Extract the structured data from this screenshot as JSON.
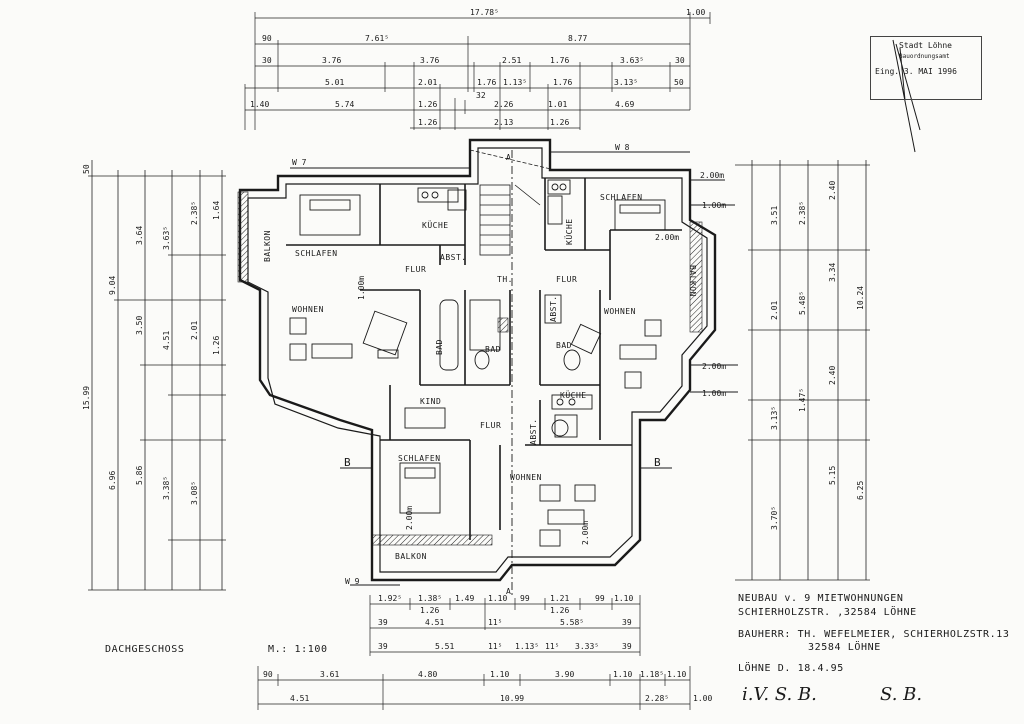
{
  "drawing": {
    "floor_label": "DACHGESCHOSS",
    "scale": "M.: 1:100",
    "project_line1": "NEUBAU v. 9 MIETWOHNUNGEN",
    "project_line2": "SCHIERHOLZSTR. ,32584 LÖHNE",
    "owner_line1": "BAUHERR: TH. WEFELMEIER, SCHIERHOLZSTR.13",
    "owner_line2": "32584 LÖHNE",
    "date_line": "LÖHNE D. 18.4.95",
    "signature1": "i.V. S. B.",
    "signature2": "S. B."
  },
  "stamp": {
    "line1": "Stadt Löhne",
    "line2": "Bauordnungsamt",
    "line3": "Eing. 3. MAI 1996"
  },
  "rooms": {
    "schlafen_nw": "SCHLAFEN",
    "schlafen_ne": "SCHLAFEN",
    "schlafen_sw": "SCHLAFEN",
    "kueche_nw": "KÜCHE",
    "kueche_ne": "KÜCHE",
    "kueche_s": "KÜCHE",
    "flur_w": "FLUR",
    "flur_e": "FLUR",
    "flur_s": "FLUR",
    "abst_w": "ABST.",
    "abst_e": "ABST.",
    "abst_s": "ABST.",
    "wohnen_w": "WOHNEN",
    "wohnen_e": "WOHNEN",
    "wohnen_s": "WOHNEN",
    "balkon_w": "BALKON",
    "balkon_e": "BALKON",
    "balkon_s": "BALKON",
    "bad_w": "BAD",
    "bad_c": "BAD",
    "bad_e": "BAD",
    "kind": "KIND",
    "th": "TH."
  },
  "markers": {
    "w7": "W 7",
    "w8": "W 8",
    "w9": "W 9",
    "a_top": "A",
    "a_bottom": "A",
    "b_left": "B",
    "b_right": "B",
    "h200_1": "2.00m",
    "h100_1": "1.00m",
    "h200_2": "2.00m",
    "h100_2": "1.00m",
    "h200_3": "2.00m",
    "h200_4": "2.00m",
    "h200_5": "2.00m",
    "h100_3": "1.00m"
  },
  "dims_top": {
    "total": "17.78⁵",
    "total_end": "1.00",
    "r1": [
      "90",
      "7.61⁵",
      "8.77"
    ],
    "r2": [
      "30",
      "3.76",
      "3.76",
      "2.51",
      "1.76",
      "3.63⁵",
      "30"
    ],
    "r3": [
      "5.01",
      "2.01",
      "1.76",
      "1.13⁵",
      "1.76",
      "3.13⁵",
      "50"
    ],
    "r4": [
      "1.40",
      "5.74",
      "1.26",
      "32",
      "2.26",
      "1.01",
      "4.69"
    ],
    "r5": [
      "1.26",
      "2.13",
      "1.26"
    ]
  },
  "dims_bottom": {
    "r1": [
      "1.92⁵",
      "1.38⁵",
      "1.49",
      "1.10",
      "99",
      "1.21",
      "99",
      "1.10"
    ],
    "r1b": [
      "1.26",
      "1.26"
    ],
    "r2": [
      "39",
      "4.51",
      "11⁵",
      "5.58⁵",
      "39"
    ],
    "r3": [
      "39",
      "5.51",
      "11⁵",
      "1.13⁵",
      "11⁵",
      "3.33⁵",
      "39"
    ],
    "r4": [
      "90",
      "3.61",
      "4.80",
      "1.10",
      "3.90",
      "1.10",
      "1.18⁵",
      "1.10"
    ],
    "r5": [
      "4.51",
      "10.99",
      "2.28⁵",
      "1.00"
    ]
  },
  "dims_left": {
    "total": "15.99",
    "top": "50",
    "v1": [
      "9.04",
      "6.96"
    ],
    "v2": [
      "3.64",
      "3.50",
      "5.86"
    ],
    "v3": [
      "3.63⁵",
      "4.51",
      "3.38⁵"
    ],
    "v4": [
      "2.38⁵",
      "1.64",
      "2.01",
      "1.26",
      "3.08⁵"
    ]
  },
  "dims_right": {
    "total": "10.24",
    "v1": [
      "2.40",
      "3.34",
      "2.40",
      "6.25"
    ],
    "v2": [
      "2.38⁵",
      "5.48⁵",
      "1.47⁵",
      "5.15"
    ],
    "v3": [
      "3.51",
      "2.01",
      "3.13⁵",
      "3.70⁵"
    ]
  }
}
